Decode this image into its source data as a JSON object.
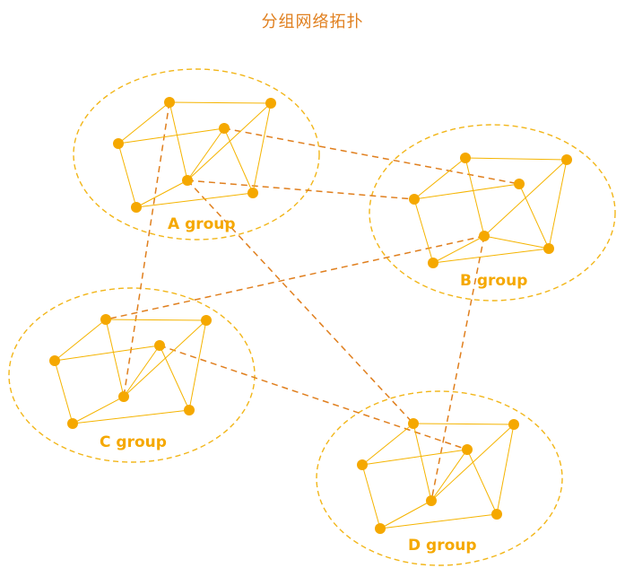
{
  "title": "分组网络拓扑",
  "colors": {
    "node": "#F5A800",
    "link": "#F5B400",
    "group_border": "#F2B619",
    "cross_link": "#E07F1E",
    "title": "#E07F1E"
  },
  "groups": [
    {
      "id": "A",
      "label": "A group"
    },
    {
      "id": "B",
      "label": "B group"
    },
    {
      "id": "C",
      "label": "C group"
    },
    {
      "id": "D",
      "label": "D group"
    }
  ]
}
